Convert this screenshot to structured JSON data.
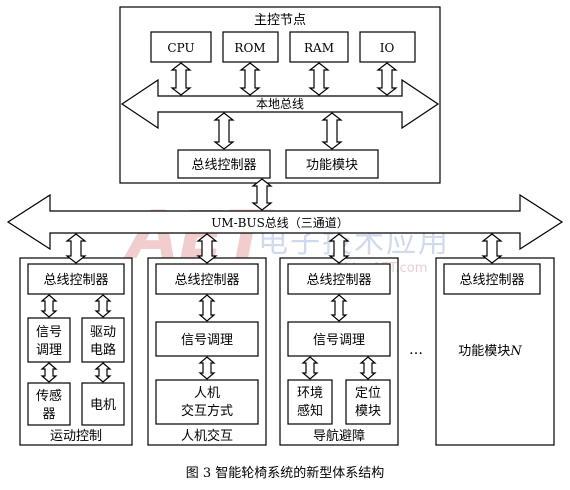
{
  "master_node": {
    "title": "主控节点",
    "components": [
      "CPU",
      "ROM",
      "RAM",
      "IO"
    ],
    "local_bus": "本地总线",
    "bus_controller": "总线控制器",
    "function_module": "功能模块"
  },
  "um_bus": {
    "label": "UM-BUS总线（三通道）"
  },
  "modules": {
    "motion": {
      "bus_controller": "总线控制器",
      "signal_line1": "信号",
      "signal_line2": "调理",
      "drive_line1": "驱动",
      "drive_line2": "电路",
      "sensor_line1": "传感",
      "sensor_line2": "器",
      "motor": "电机",
      "caption": "运动控制"
    },
    "hci": {
      "bus_controller": "总线控制器",
      "signal": "信号调理",
      "mode_line1": "人机",
      "mode_line2": "交互方式",
      "caption": "人机交互"
    },
    "nav": {
      "bus_controller": "总线控制器",
      "signal": "信号调理",
      "env_line1": "环境",
      "env_line2": "感知",
      "pos_line1": "定位",
      "pos_line2": "模块",
      "caption": "导航避障"
    },
    "ellipsis": "…",
    "function_n": {
      "bus_controller": "总线控制器",
      "label": "功能模块",
      "label_n": "N"
    }
  },
  "watermark": {
    "logo": "AET",
    "cn": "电子技术应用",
    "url": "www.ChinaAET.com"
  },
  "figure_caption": "图 3   智能轮椅系统的新型体系结构",
  "colors": {
    "line": "#000000",
    "watermark": "#e6b3b3",
    "watermark_blue": "#b9c9e6"
  }
}
